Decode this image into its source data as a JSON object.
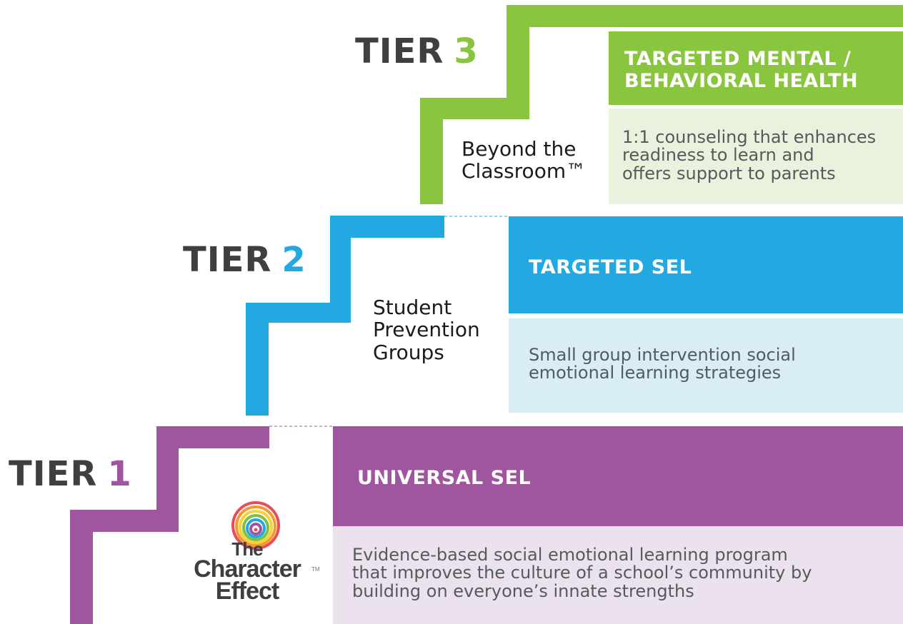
{
  "colors": {
    "tier1_accent": "#a0559f",
    "tier1_band": "#a0559f",
    "tier1_panel": "#ece2ee",
    "tier2_accent": "#23a9e1",
    "tier2_band": "#23a9e1",
    "tier2_panel": "#d8edf6",
    "tier3_accent": "#8ac53f",
    "tier3_band": "#8ac53f",
    "tier3_panel": "#e8f2dc",
    "tier_text": "#3d3f40"
  },
  "tiers": [
    {
      "tier_label": "TIER",
      "tier_number": "3",
      "program_lines": [
        "Beyond the",
        "Classroom™"
      ],
      "band_lines": [
        "TARGETED MENTAL /",
        "BEHAVIORAL HEALTH"
      ],
      "desc_lines": [
        "1:1 counseling that enhances",
        "readiness to learn and",
        "offers support to parents"
      ]
    },
    {
      "tier_label": "TIER",
      "tier_number": "2",
      "program_lines": [
        "Student",
        "Prevention",
        "Groups"
      ],
      "band_lines": [
        "TARGETED SEL"
      ],
      "desc_lines": [
        "Small group intervention social",
        "emotional learning strategies"
      ]
    },
    {
      "tier_label": "TIER",
      "tier_number": "1",
      "logo": {
        "line1": "The",
        "line2": "Character",
        "line3": "Effect",
        "tm": "TM",
        "icon": "fingerprint-icon"
      },
      "band_lines": [
        "UNIVERSAL SEL"
      ],
      "desc_lines": [
        "Evidence-based social emotional learning program",
        "that improves the culture of a school’s community by",
        "building on everyone’s innate strengths"
      ]
    }
  ]
}
